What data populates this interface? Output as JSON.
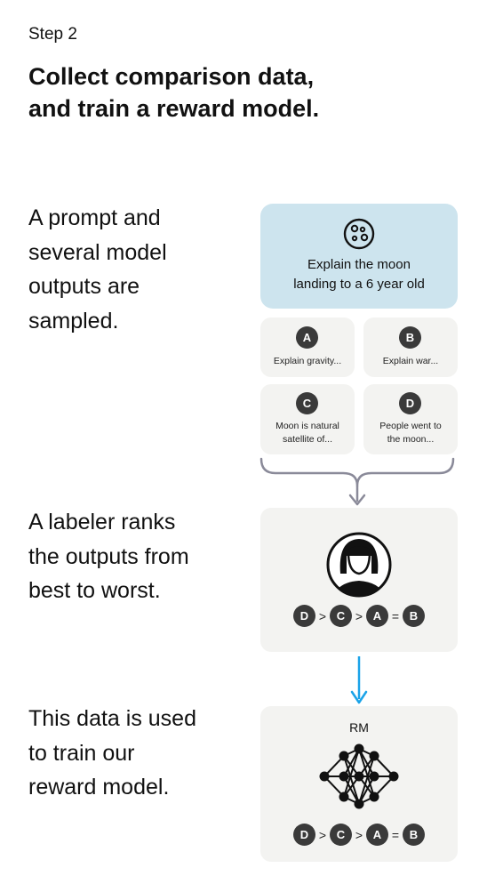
{
  "header": {
    "step": "Step 2",
    "title_line1": "Collect comparison data,",
    "title_line2": "and train a reward model."
  },
  "descriptions": {
    "sample": [
      "A prompt and",
      "several model",
      "outputs are",
      "sampled."
    ],
    "rank": [
      "A labeler ranks",
      "the outputs from",
      "best to worst."
    ],
    "train": [
      "This data is used",
      "to train our",
      "reward model."
    ]
  },
  "prompt": {
    "icon": "moon-icon",
    "line1": "Explain the moon",
    "line2": "landing to a 6 year old"
  },
  "outputs": [
    {
      "letter": "A",
      "line1": "Explain gravity...",
      "line2": ""
    },
    {
      "letter": "B",
      "line1": "Explain war...",
      "line2": ""
    },
    {
      "letter": "C",
      "line1": "Moon is natural",
      "line2": "satellite of..."
    },
    {
      "letter": "D",
      "line1": "People went to",
      "line2": "the moon..."
    }
  ],
  "labeler": {
    "icon": "labeler-avatar-icon",
    "ranking": [
      "D",
      ">",
      "C",
      ">",
      "A",
      "=",
      "B"
    ]
  },
  "reward_model": {
    "label": "RM",
    "icon": "neural-network-icon",
    "ranking": [
      "D",
      ">",
      "C",
      ">",
      "A",
      "=",
      "B"
    ]
  },
  "colors": {
    "prompt_bg": "#cde4ee",
    "card_bg": "#f3f3f1",
    "badge_bg": "#3a3a3a",
    "connector_gray": "#8a8a99",
    "arrow_blue": "#1aa3e8"
  }
}
